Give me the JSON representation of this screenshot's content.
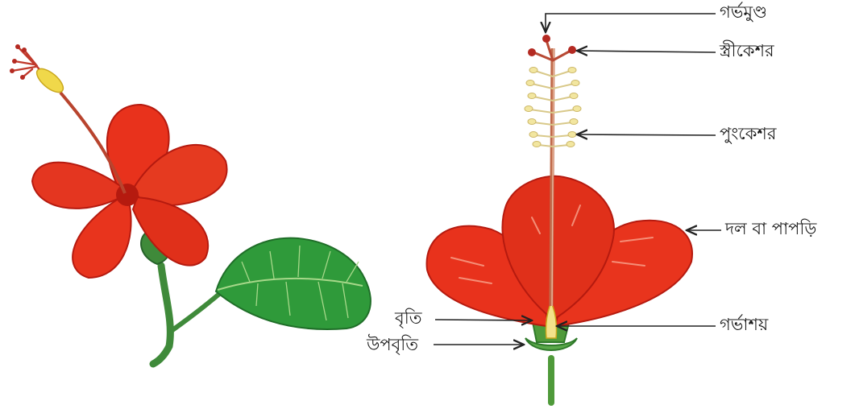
{
  "labels": {
    "stigma": "গর্ভমুণ্ড",
    "pistil": "স্ত্রীকেশর",
    "stamen": "পুংকেশর",
    "petal": "দল বা পাপড়ি",
    "ovary": "গর্ভাশয়",
    "calyx": "বৃতি",
    "epicalyx": "উপবৃতি"
  },
  "colors": {
    "petal": "#e8321c",
    "petal_dark": "#c41e10",
    "leaf": "#2f9a3a",
    "stem": "#3f8a3a",
    "stamen": "#f2e6a0",
    "stigma": "#b42a22",
    "line": "#222222"
  }
}
